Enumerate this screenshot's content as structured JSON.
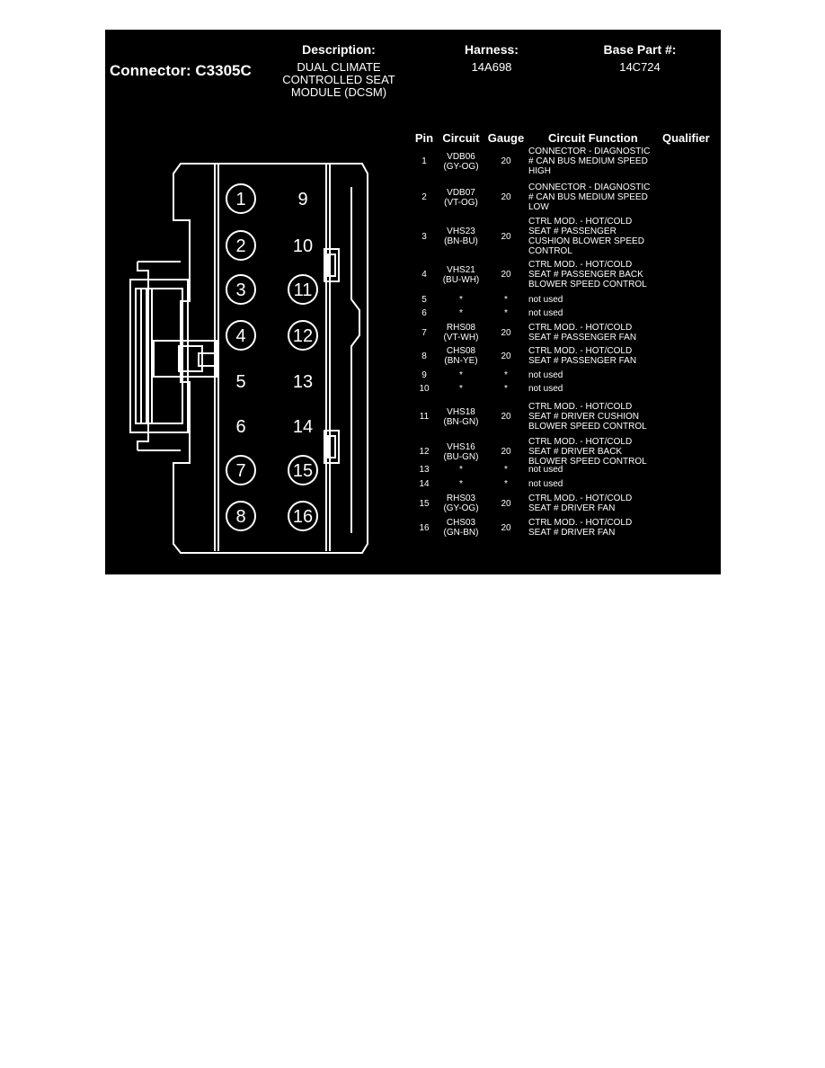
{
  "connector_label": "Connector: C3305C",
  "description": {
    "heading": "Description:",
    "lines": [
      "DUAL CLIMATE",
      "CONTROLLED SEAT",
      "MODULE (DCSM)"
    ]
  },
  "harness": {
    "heading": "Harness:",
    "value": "14A698"
  },
  "base_part": {
    "heading": "Base Part #:",
    "value": "14C724"
  },
  "table": {
    "headers": {
      "pin": "Pin",
      "circuit": "Circuit",
      "gauge": "Gauge",
      "function": "Circuit Function",
      "qualifier": "Qualifier"
    },
    "rows": [
      {
        "pin": "1",
        "circuit": [
          "VDB06",
          "(GY-OG)"
        ],
        "gauge": "20",
        "function": [
          "CONNECTOR - DIAGNOSTIC",
          "# CAN BUS MEDIUM SPEED",
          "HIGH"
        ]
      },
      {
        "pin": "2",
        "circuit": [
          "VDB07",
          "(VT-OG)"
        ],
        "gauge": "20",
        "function": [
          "CONNECTOR - DIAGNOSTIC",
          "# CAN BUS MEDIUM SPEED",
          "LOW"
        ]
      },
      {
        "pin": "3",
        "circuit": [
          "VHS23",
          "(BN-BU)"
        ],
        "gauge": "20",
        "function": [
          "CTRL MOD. - HOT/COLD",
          "SEAT # PASSENGER",
          "CUSHION BLOWER SPEED",
          "CONTROL"
        ]
      },
      {
        "pin": "4",
        "circuit": [
          "VHS21",
          "(BU-WH)"
        ],
        "gauge": "20",
        "function": [
          "CTRL MOD. - HOT/COLD",
          "SEAT # PASSENGER BACK",
          "BLOWER SPEED CONTROL"
        ]
      },
      {
        "pin": "5",
        "circuit": [
          "*"
        ],
        "gauge": "*",
        "function": [
          "not used"
        ]
      },
      {
        "pin": "6",
        "circuit": [
          "*"
        ],
        "gauge": "*",
        "function": [
          "not used"
        ]
      },
      {
        "pin": "7",
        "circuit": [
          "RHS08",
          "(VT-WH)"
        ],
        "gauge": "20",
        "function": [
          "CTRL MOD. - HOT/COLD",
          "SEAT # PASSENGER FAN"
        ]
      },
      {
        "pin": "8",
        "circuit": [
          "CHS08",
          "(BN-YE)"
        ],
        "gauge": "20",
        "function": [
          "CTRL MOD. - HOT/COLD",
          "SEAT # PASSENGER FAN"
        ]
      },
      {
        "pin": "9",
        "circuit": [
          "*"
        ],
        "gauge": "*",
        "function": [
          "not used"
        ]
      },
      {
        "pin": "10",
        "circuit": [
          "*"
        ],
        "gauge": "*",
        "function": [
          "not used"
        ]
      },
      {
        "pin": "11",
        "circuit": [
          "VHS18",
          "(BN-GN)"
        ],
        "gauge": "20",
        "function": [
          "CTRL MOD. - HOT/COLD",
          "SEAT # DRIVER CUSHION",
          "BLOWER SPEED CONTROL"
        ]
      },
      {
        "pin": "12",
        "circuit": [
          "VHS16",
          "(BU-GN)"
        ],
        "gauge": "20",
        "function": [
          "CTRL MOD. - HOT/COLD",
          "SEAT # DRIVER BACK",
          "BLOWER SPEED CONTROL"
        ]
      },
      {
        "pin": "13",
        "circuit": [
          "*"
        ],
        "gauge": "*",
        "function": [
          "not used"
        ]
      },
      {
        "pin": "14",
        "circuit": [
          "*"
        ],
        "gauge": "*",
        "function": [
          "not used"
        ]
      },
      {
        "pin": "15",
        "circuit": [
          "RHS03",
          "(GY-OG)"
        ],
        "gauge": "20",
        "function": [
          "CTRL MOD. - HOT/COLD",
          "SEAT # DRIVER FAN"
        ]
      },
      {
        "pin": "16",
        "circuit": [
          "CHS03",
          "(GN-BN)"
        ],
        "gauge": "20",
        "function": [
          "CTRL MOD. - HOT/COLD",
          "SEAT # DRIVER FAN"
        ]
      }
    ]
  },
  "diagram": {
    "left_column_pins": [
      "1",
      "2",
      "3",
      "4",
      "5",
      "6",
      "7",
      "8"
    ],
    "right_column_pins": [
      "9",
      "10",
      "11",
      "12",
      "13",
      "14",
      "15",
      "16"
    ],
    "circled_pins": [
      "1",
      "2",
      "3",
      "4",
      "7",
      "8",
      "11",
      "12",
      "15",
      "16"
    ]
  },
  "colors": {
    "background": "#000000",
    "foreground": "#ffffff",
    "page": "#ffffff"
  }
}
